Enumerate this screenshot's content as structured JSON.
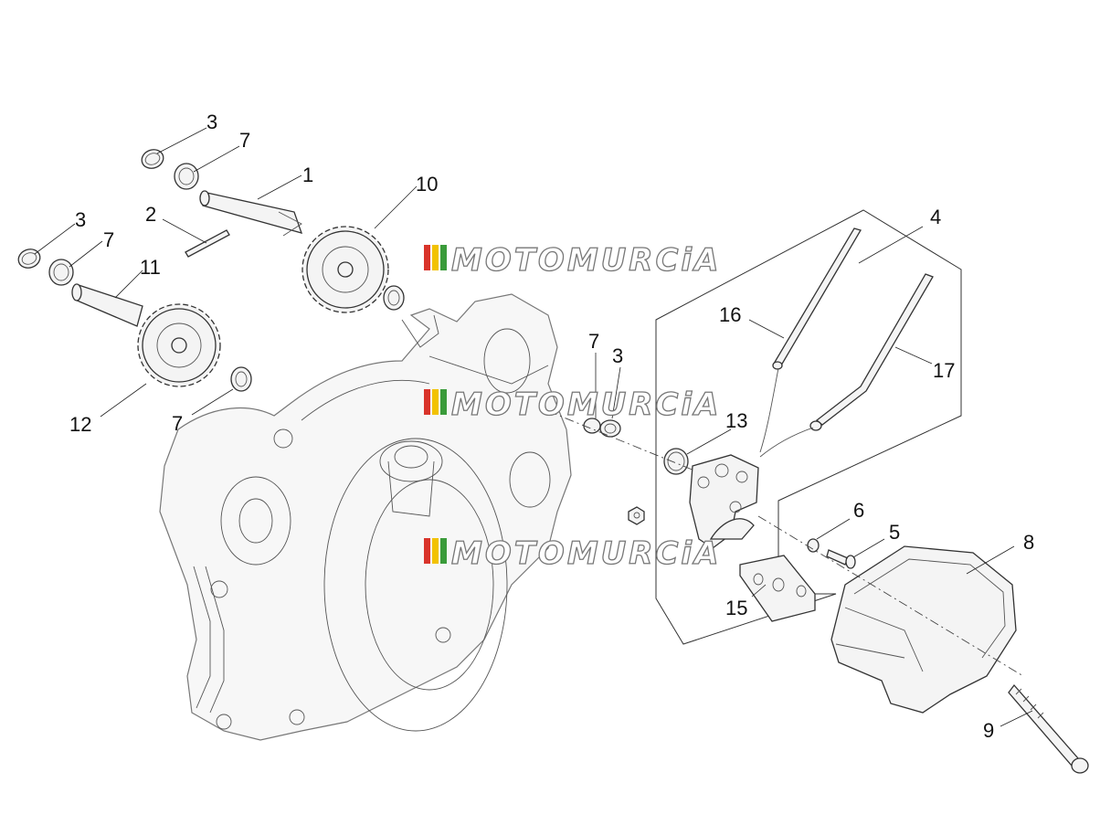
{
  "callouts": {
    "c1": "1",
    "c2": "2",
    "c3a": "3",
    "c3b": "3",
    "c3c": "3",
    "c4": "4",
    "c5": "5",
    "c6": "6",
    "c7a": "7",
    "c7b": "7",
    "c7c": "7",
    "c7d": "7",
    "c8": "8",
    "c9": "9",
    "c10": "10",
    "c11": "11",
    "c12": "12",
    "c13": "13",
    "c15": "15",
    "c16": "16",
    "c17": "17"
  },
  "watermark": {
    "text": "MOTOMURCiA"
  },
  "icons": {
    "watermark_logo": "motomurcia-logo-icon"
  },
  "colors": {
    "line": "#333333",
    "case": "#777777",
    "watermark_red": "#d9342b",
    "watermark_yellow": "#f2c200",
    "watermark_green": "#3a9b3a"
  }
}
